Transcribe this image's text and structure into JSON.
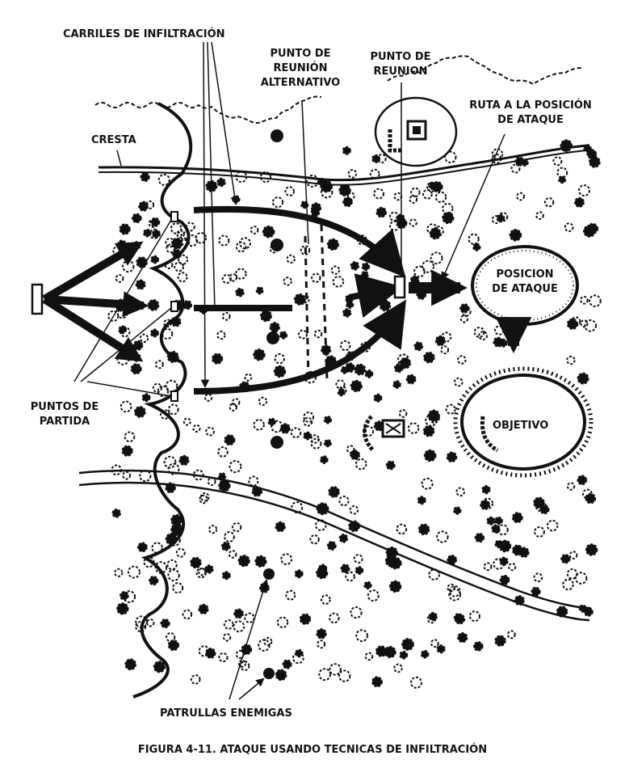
{
  "labels": {
    "carriles": "CARRILES DE INFILTRACIÓN",
    "punto_alt_1": "PUNTO DE",
    "punto_alt_2": "REUNIÓN",
    "punto_alt_3": "ALTERNATIVO",
    "punto_reunion_1": "PUNTO DE",
    "punto_reunion_2": "REUNION",
    "ruta_1": "RUTA A LA POSICIÓN",
    "ruta_2": "DE ATAQUE",
    "cresta": "CRESTA",
    "posicion_1": "POSICION",
    "posicion_2": "DE ATAQUE",
    "objetivo": "OBJETIVO",
    "puntos_1": "PUNTOS DE",
    "puntos_2": "PARTIDA",
    "patrullas": "PATRULLAS ENEMIGAS"
  },
  "caption": "FIGURA 4-11. ATAQUE USANDO TECNICAS DE INFILTRACIÓN",
  "colors": {
    "ink": "#111111",
    "paper": "#ffffff"
  }
}
